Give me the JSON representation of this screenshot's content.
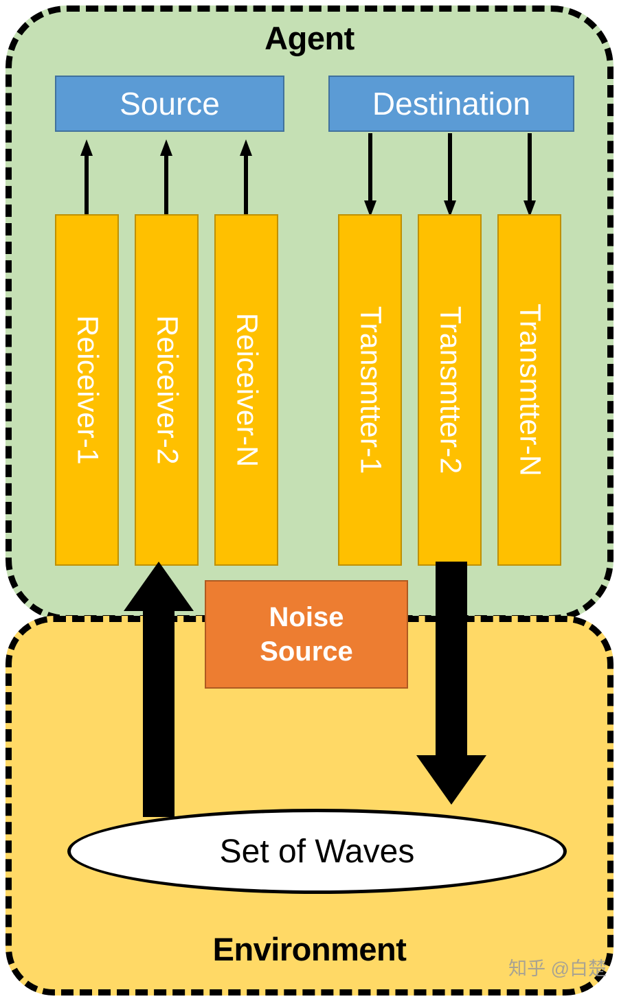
{
  "diagram": {
    "agent": {
      "title": "Agent",
      "source_label": "Source",
      "destination_label": "Destination",
      "receivers": [
        {
          "label": "Reiceiver-1"
        },
        {
          "label": "Reiceiver-2"
        },
        {
          "label": "Reiceiver-N"
        }
      ],
      "transmitters": [
        {
          "label": "Transmtter-1"
        },
        {
          "label": "Transmtter-2"
        },
        {
          "label": "Transmtter-N"
        }
      ]
    },
    "noise": {
      "line1": "Noise",
      "line2": "Source"
    },
    "environment": {
      "title": "Environment",
      "channel_label": "Set of Waves"
    },
    "watermark": "知乎 @白楚",
    "colors": {
      "agent_fill": "#C5E0B4",
      "environment_fill": "#FFD966",
      "endpoint_fill": "#5B9BD5",
      "endpoint_stroke": "#41719C",
      "device_fill": "#FFC000",
      "device_stroke": "#BF9000",
      "noise_fill": "#ED7D31",
      "noise_stroke": "#AE5A21",
      "outline": "#000000",
      "channel_fill": "#FFFFFF",
      "label_text": "#FFFFFF",
      "title_text": "#000000"
    }
  }
}
